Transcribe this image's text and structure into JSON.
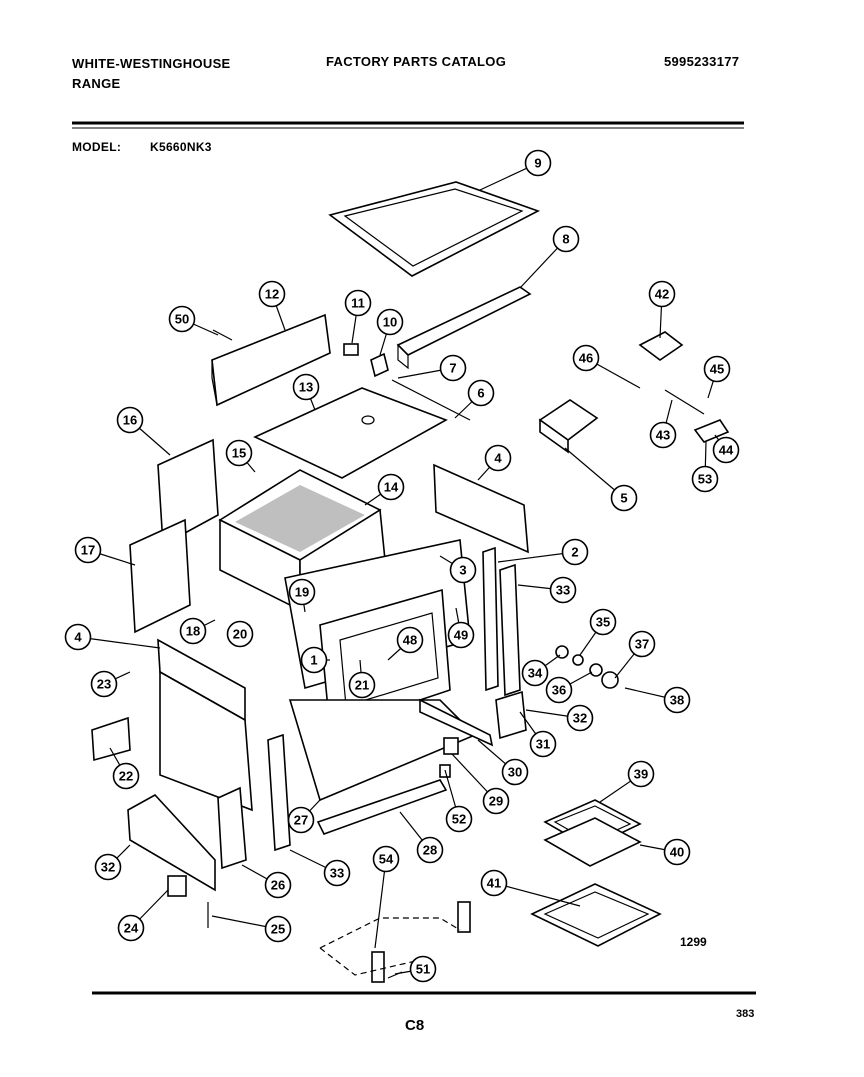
{
  "header": {
    "brand_line1": "WHITE-WESTINGHOUSE",
    "brand_line2": "RANGE",
    "catalog_title": "FACTORY PARTS CATALOG",
    "catalog_number": "5995233177",
    "model_label": "MODEL:",
    "model_value": "K5660NK3"
  },
  "diagram": {
    "callouts": [
      "1",
      "2",
      "3",
      "4",
      "4",
      "5",
      "6",
      "7",
      "8",
      "9",
      "10",
      "11",
      "12",
      "13",
      "14",
      "15",
      "16",
      "17",
      "18",
      "19",
      "20",
      "21",
      "22",
      "23",
      "24",
      "25",
      "26",
      "27",
      "28",
      "29",
      "30",
      "31",
      "32",
      "32",
      "33",
      "33",
      "34",
      "35",
      "36",
      "37",
      "38",
      "39",
      "40",
      "41",
      "42",
      "43",
      "44",
      "45",
      "46",
      "48",
      "49",
      "50",
      "51",
      "52",
      "53",
      "54"
    ],
    "drawing_code": "1299"
  },
  "footer": {
    "page_code": "C8",
    "page_number": "383"
  }
}
